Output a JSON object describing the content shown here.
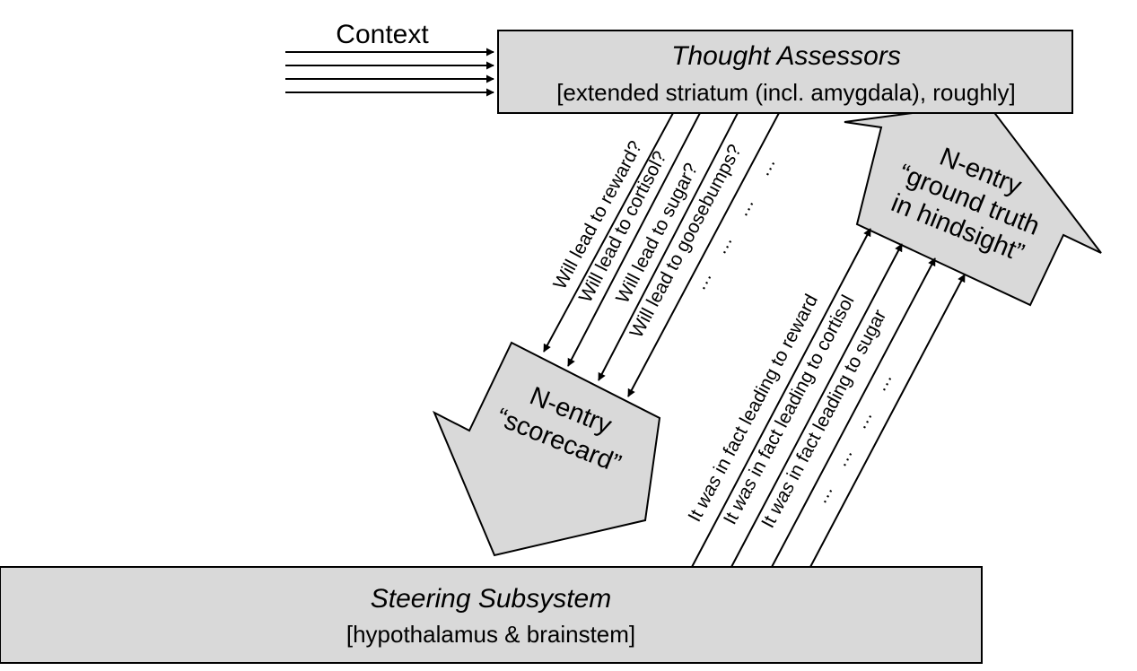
{
  "context_label": "Context",
  "thought_assessors": {
    "title": "Thought Assessors",
    "subtitle": "[extended striatum (incl. amygdala), roughly]"
  },
  "steering_subsystem": {
    "title": "Steering Subsystem",
    "subtitle": "[hypothalamus & brainstem]"
  },
  "scorecard_arrow": {
    "line1": "N-entry",
    "line2": "“scorecard”"
  },
  "ground_truth_arrow": {
    "line1": "N-entry",
    "line2": "“ground truth",
    "line3": "in hindsight”"
  },
  "prediction_labels": [
    "Will lead to reward?",
    "Will lead to cortisol?",
    "Will lead to sugar?",
    "Will lead to goosebumps?"
  ],
  "prediction_ellipses": [
    "…",
    "…",
    "…"
  ],
  "ground_truth_labels": [
    {
      "prefix": "It ",
      "em": "was",
      "suffix": " in fact leading to reward"
    },
    {
      "prefix": "It ",
      "em": "was",
      "suffix": " in fact leading to cortisol"
    },
    {
      "prefix": "It ",
      "em": "was",
      "suffix": " in fact leading to sugar"
    }
  ],
  "ground_truth_ellipses": [
    "…",
    "…",
    "…",
    "…"
  ],
  "colors": {
    "box_fill": "#d9d9d9",
    "stroke": "#000000",
    "background": "#ffffff"
  }
}
